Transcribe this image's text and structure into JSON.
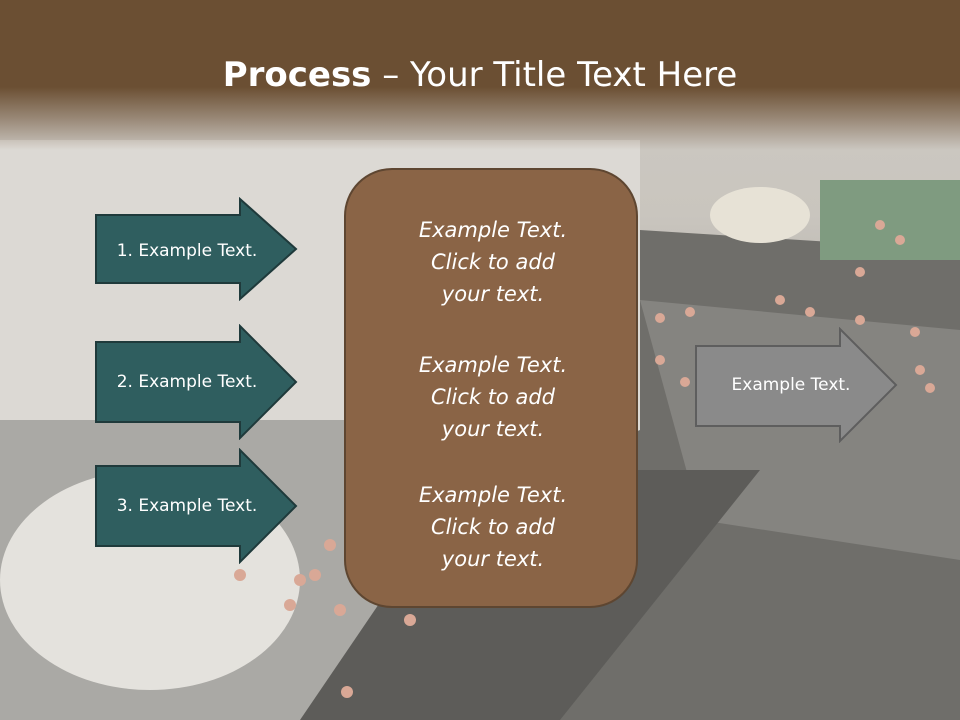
{
  "title": {
    "bold": "Process",
    "rest": " – Your Title Text Here"
  },
  "left_arrows": [
    {
      "label": "1. Example Text."
    },
    {
      "label": "2. Example Text."
    },
    {
      "label": "3. Example Text."
    }
  ],
  "center_blocks": [
    {
      "lines": [
        "Example Text.",
        "Click  to add",
        "your text."
      ]
    },
    {
      "lines": [
        "Example Text.",
        "Click  to add",
        "your text."
      ]
    },
    {
      "lines": [
        "Example Text.",
        "Click  to add",
        "your text."
      ]
    }
  ],
  "right_arrow": {
    "label": "Example Text."
  },
  "colors": {
    "header": "#6b4f33",
    "teal_arrow": "#2f5e5f",
    "brown_box": "#8a6446",
    "grey_arrow": "#8a8a8a"
  }
}
